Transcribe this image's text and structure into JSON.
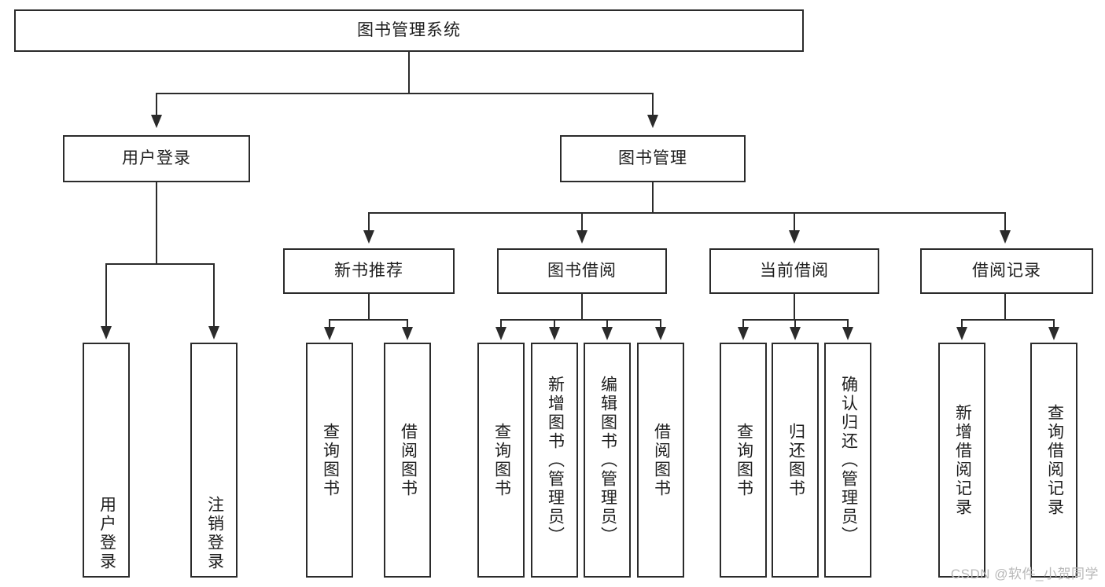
{
  "diagram": {
    "title": "图书管理系统",
    "type": "tree-hierarchy-diagram",
    "colors": {
      "stroke": "#2b2b2b",
      "fill": "#ffffff",
      "text": "#1e1e1e",
      "watermark": "#b8b8b8"
    },
    "root": {
      "label": "图书管理系统"
    },
    "level2": [
      {
        "label": "用户登录"
      },
      {
        "label": "图书管理"
      }
    ],
    "level3": [
      {
        "label": "新书推荐"
      },
      {
        "label": "图书借阅"
      },
      {
        "label": "当前借阅"
      },
      {
        "label": "借阅记录"
      }
    ],
    "leaves": {
      "user_login": [
        {
          "label": "用户登录"
        },
        {
          "label": "注销登录"
        }
      ],
      "new_book_recommend": [
        {
          "label": "查询图书"
        },
        {
          "label": "借阅图书"
        }
      ],
      "book_borrow": [
        {
          "label": "查询图书"
        },
        {
          "label": "新增图书（管理员）"
        },
        {
          "label": "编辑图书（管理员）"
        },
        {
          "label": "借阅图书"
        }
      ],
      "current_borrow": [
        {
          "label": "查询图书"
        },
        {
          "label": "归还图书"
        },
        {
          "label": "确认归还（管理员）"
        }
      ],
      "borrow_records": [
        {
          "label": "新增借阅记录"
        },
        {
          "label": "查询借阅记录"
        }
      ]
    }
  },
  "watermark": {
    "text": "CSDN @软件_小贺同学"
  }
}
